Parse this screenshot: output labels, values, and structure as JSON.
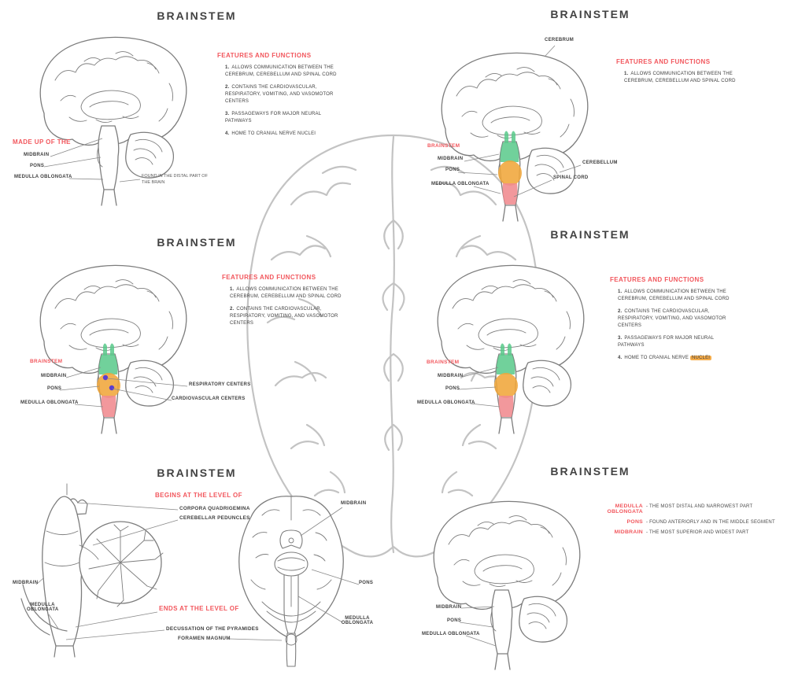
{
  "colors": {
    "accent_red": "#f2575d",
    "title_gray": "#424242",
    "text_gray": "#3e3e3e",
    "highlight_orange": "#f6ad4b",
    "midbrain_green": "#58c98a",
    "pons_orange": "#f0a63a",
    "medulla_pink": "#f08a8e",
    "centers_purple": "#5b3ecf",
    "lineart_gray": "#7d7d7d",
    "watermark_gray": "#b0b0b0"
  },
  "shared": {
    "features_title": "FEATURES AND FUNCTIONS",
    "items": [
      {
        "num": "1.",
        "text": "ALLOWS COMMUNICATION BETWEEN THE CEREBRUM, CEREBELLUM AND SPINAL CORD"
      },
      {
        "num": "2.",
        "text": "CONTAINS THE CARDIOVASCULAR, RESPIRATORY, VOMITING, AND VASOMOTOR CENTERS"
      },
      {
        "num": "3.",
        "text": "PASSAGEWAYS FOR MAJOR NEURAL PATHWAYS"
      },
      {
        "num": "4.",
        "text": "HOME TO CRANIAL NERVE",
        "highlight": "NUCLEI"
      }
    ]
  },
  "panel1": {
    "title": "BRAINSTEM",
    "made_up_heading": "MADE UP OF THE",
    "label_midbrain": "MIDBRAIN",
    "label_pons": "PONS",
    "label_medulla": "MEDULLA OBLONGATA",
    "note": "FOUND IN THE DISTAL PART OF THE BRAIN"
  },
  "panel2": {
    "title": "BRAINSTEM",
    "label_cerebrum": "CEREBRUM",
    "label_brainstem": "BRAINSTEM",
    "label_midbrain": "MIDBRAIN",
    "label_pons": "PONS",
    "label_medulla": "MEDULLA OBLONGATA",
    "label_cerebellum": "CEREBELLUM",
    "label_spinal_cord": "SPINAL CORD"
  },
  "panel3": {
    "title": "BRAINSTEM",
    "label_brainstem": "BRAINSTEM",
    "label_midbrain": "MIDBRAIN",
    "label_pons": "PONS",
    "label_medulla": "MEDULLA OBLONGATA",
    "label_respiratory": "RESPIRATORY CENTERS",
    "label_cardiovascular": "CARDIOVASCULAR CENTERS"
  },
  "panel4": {
    "title": "BRAINSTEM",
    "label_brainstem": "BRAINSTEM",
    "label_midbrain": "MIDBRAIN",
    "label_pons": "PONS",
    "label_medulla": "MEDULLA OBLONGATA"
  },
  "panel5": {
    "title": "BRAINSTEM",
    "begins_heading": "BEGINS AT THE LEVEL OF",
    "begins_item_1": "CORPORA QUADRIGEMINA",
    "begins_item_2": "CEREBELLAR PEDUNCLES",
    "ends_heading": "ENDS AT THE LEVEL OF",
    "ends_item_1": "DECUSSATION OF THE PYRAMIDES",
    "ends_item_2": "FORAMEN MAGNUM",
    "label_midbrain_left": "MIDBRAIN",
    "label_medulla_left": "MEDULLA OBLONGATA",
    "label_midbrain_center": "MIDBRAIN",
    "label_pons_center": "PONS",
    "label_medulla_center": "MEDULLA OBLONGATA"
  },
  "panel6": {
    "title": "BRAINSTEM",
    "definitions": [
      {
        "term": "MEDULLA OBLONGATA",
        "text": "- THE MOST DISTAL AND NARROWEST PART"
      },
      {
        "term": "PONS",
        "text": "- FOUND ANTERIORLY AND IN THE MIDDLE SEGMENT"
      },
      {
        "term": "MIDBRAIN",
        "text": "- THE MOST SUPERIOR AND WIDEST PART"
      }
    ],
    "label_midbrain": "MIDBRAIN",
    "label_pons": "PONS",
    "label_medulla": "MEDULLA OBLONGATA"
  }
}
